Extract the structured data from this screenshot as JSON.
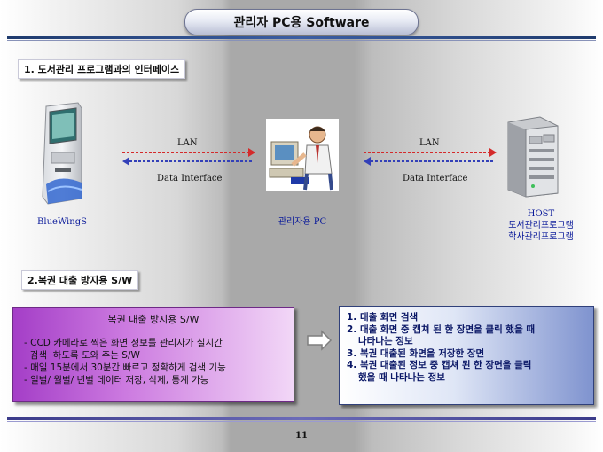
{
  "header": {
    "title": "관리자  PC용  Software"
  },
  "section1": {
    "label": "1. 도서관리 프로그램과의 인터페이스",
    "left_link": {
      "top": "LAN",
      "bottom": "Data Interface"
    },
    "right_link": {
      "top": "LAN",
      "bottom": "Data Interface"
    },
    "left_device": "BlueWingS",
    "center_device": "관리자용 PC",
    "right_device": [
      "HOST",
      "도서관리프로그램",
      "학사관리프로그램"
    ]
  },
  "section2": {
    "label": "2.복권 대출 방지용 S/W",
    "pink_box": {
      "title": "복권 대출 방지용 S/W",
      "lines": [
        "- CCD 카메라로 찍은 화면 정보를 관리자가 실시간",
        "  검색  하도록 도와 주는 S/W",
        "- 매일 15분에서 30분간 빠르고 정확하게 검색 기능",
        "- 일별/ 월별/ 년별 데이터 저장, 삭제, 통계 가능"
      ]
    },
    "blue_box": {
      "lines": [
        "1. 대출 화면 검색",
        "2. 대출 화면 중 캡쳐 된 한 장면을 클릭 했을 때",
        "나타나는 정보",
        "3. 복권 대출된 화면을 저장한 장면",
        "4. 복권 대출된 정보 중 캡쳐 된 한 장면을 클릭",
        "했을 때 나타나는 정보"
      ]
    }
  },
  "footer": {
    "page": "11"
  },
  "colors": {
    "arrow_red": "#d42a2a",
    "arrow_blue": "#3340b8",
    "label_blue": "#0a1a9a"
  }
}
